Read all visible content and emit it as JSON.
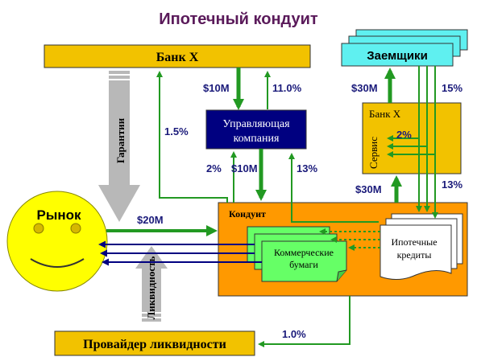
{
  "title": "Ипотечный кондуит",
  "nodes": {
    "bank_x": "Банк X",
    "borrowers": "Заемщики",
    "management_company": [
      "Управляющая",
      "компания"
    ],
    "bank_x_servicer": "Банк X",
    "servicer_label": "Сервис",
    "conduit": "Кондуит",
    "commercial_paper": [
      "Коммерческие",
      "бумаги"
    ],
    "mortgage_loans": [
      "Ипотечные",
      "кредиты"
    ],
    "market": "Рынок",
    "liquidity_provider": "Провайдер ликвидности",
    "guarantees": "Гарантии",
    "liquidity": "Ликвидность"
  },
  "flow_labels": {
    "mgmt_in": "$10M",
    "mgmt_return": "11.0%",
    "bank_fee": "1.5%",
    "mgmt_fee": "2%",
    "mgmt_to_conduit": "$10M",
    "conduit_return": "13%",
    "market_to_conduit": "$20M",
    "to_borrowers": "$30M",
    "borrower_rate": "15%",
    "servicer_fee": "2%",
    "to_servicer": "$30M",
    "servicer_rate": "13%",
    "liquidity_fee": "1.0%"
  },
  "colors": {
    "title": "#5a1a5a",
    "bank_box": "#f2c200",
    "borrowers": "#5ff0f0",
    "management": "#000080",
    "conduit": "#ff9900",
    "commercial_paper": "#66ff66",
    "market_face": "#ffff00",
    "flow_green": "#229922",
    "flow_navy": "#000080",
    "grey_arrow": "#b8b8b8"
  }
}
